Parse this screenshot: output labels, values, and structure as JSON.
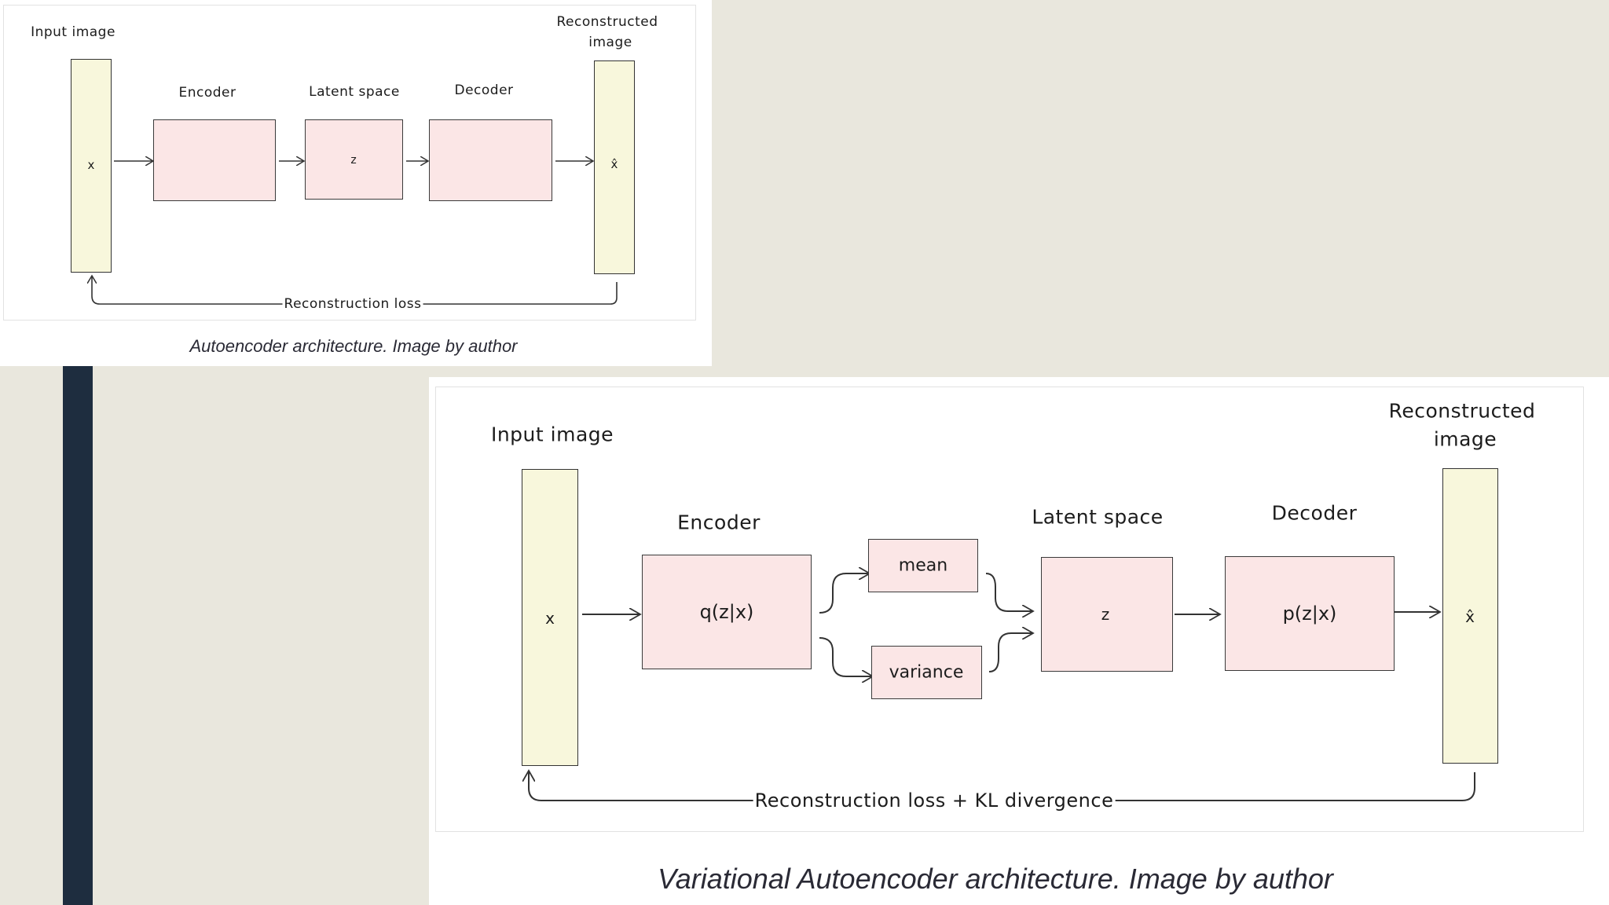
{
  "colors": {
    "slide_background": "#e9e7dd",
    "accent_bar": "#1e2d3f",
    "image_bar_fill": "#f8f7dc",
    "box_fill": "#fbe6e6",
    "stroke": "#333333"
  },
  "autoencoder": {
    "input_label": "Input image",
    "output_label_line1": "Reconstructed",
    "output_label_line2": "image",
    "encoder_label": "Encoder",
    "latent_label": "Latent space",
    "decoder_label": "Decoder",
    "x_symbol": "x",
    "z_symbol": "z",
    "xhat_symbol": "x̂",
    "loss_label": "Reconstruction loss",
    "caption": "Autoencoder architecture. Image by author"
  },
  "vae": {
    "input_label": "Input image",
    "output_label_line1": "Reconstructed",
    "output_label_line2": "image",
    "encoder_label": "Encoder",
    "encoder_fn": "q(z|x)",
    "mean_label": "mean",
    "variance_label": "variance",
    "latent_label": "Latent space",
    "decoder_label": "Decoder",
    "decoder_fn": "p(z|x)",
    "x_symbol": "x",
    "z_symbol": "z",
    "xhat_symbol": "x̂",
    "loss_label": "Reconstruction loss + KL divergence",
    "caption": "Variational Autoencoder architecture. Image by author"
  }
}
